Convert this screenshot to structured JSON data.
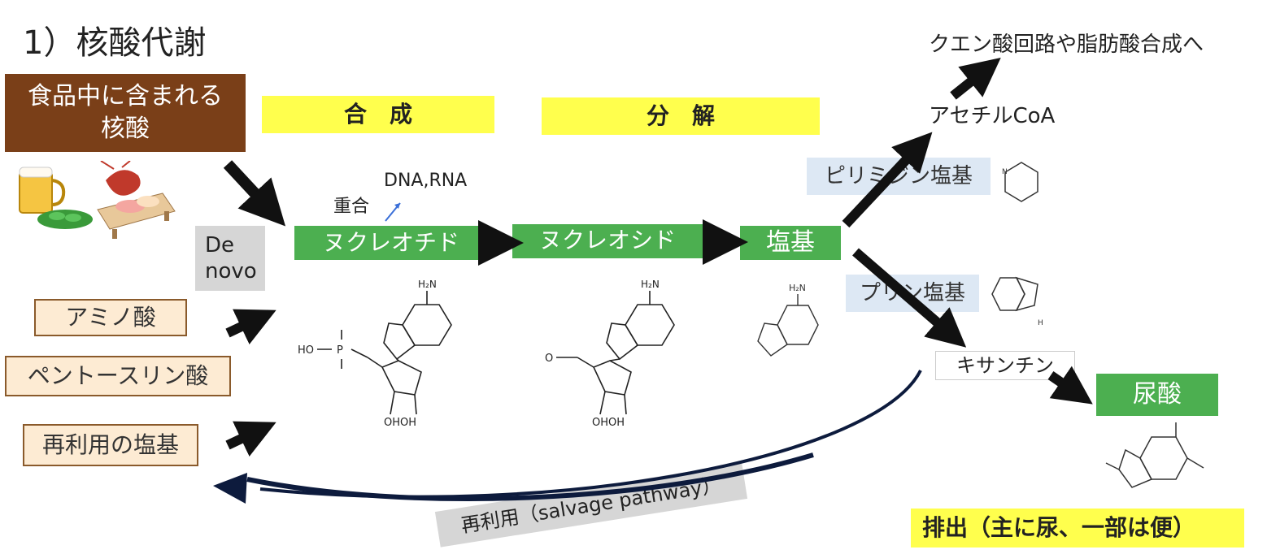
{
  "title": "1）核酸代謝",
  "food_box": {
    "line1": "食品中に含まれる",
    "line2": "核酸"
  },
  "headers": {
    "synthesis": "合　成",
    "decomposition": "分　解"
  },
  "de_novo": {
    "line1": "De",
    "line2": "novo"
  },
  "inputs": {
    "amino": "アミノ酸",
    "pentose": "ペントースリン酸",
    "reuse_base": "再利用の塩基"
  },
  "polymerize": {
    "label": "重合",
    "product": "DNA,RNA"
  },
  "path": {
    "nucleotide": "ヌクレオチド",
    "nucleoside": "ヌクレオシド",
    "base": "塩基"
  },
  "pyrimidine": {
    "label": "ピリミジン塩基",
    "product": "アセチルCoA",
    "destination": "クエン酸回路や脂肪酸合成へ"
  },
  "purine": {
    "label": "プリン塩基",
    "xanthine": "キサンチン",
    "uric_acid": "尿酸"
  },
  "salvage": "再利用（salvage pathway）",
  "excretion": "排出（主に尿、一部は便）",
  "molecule_labels": {
    "nh2": "H₂N",
    "p": "P",
    "ho": "HO",
    "ohoh": "OHOH",
    "o": "O",
    "n": "N",
    "h": "H"
  }
}
